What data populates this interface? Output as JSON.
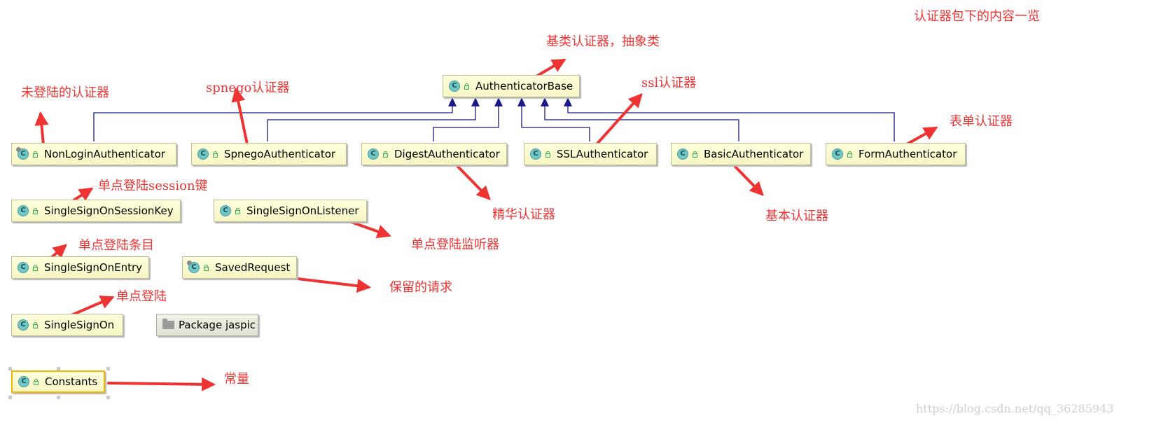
{
  "classes": {
    "authenticator_base": "AuthenticatorBase",
    "non_login": "NonLoginAuthenticator",
    "spnego": "SpnegoAuthenticator",
    "digest": "DigestAuthenticator",
    "ssl": "SSLAuthenticator",
    "basic": "BasicAuthenticator",
    "form": "FormAuthenticator",
    "sso_session_key": "SingleSignOnSessionKey",
    "sso_listener": "SingleSignOnListener",
    "sso_entry": "SingleSignOnEntry",
    "saved_request": "SavedRequest",
    "sso": "SingleSignOn",
    "package_jaspic": "Package jaspic",
    "constants": "Constants"
  },
  "class_icon_letter": "C",
  "annotations": {
    "package_overview": "认证器包下的内容一览",
    "base": "基类认证器，抽象类",
    "non_login": "未登陆的认证器",
    "spnego": "spnego认证器",
    "ssl": "ssl认证器",
    "form": "表单认证器",
    "sso_session_key": "单点登陆session键",
    "digest": "精华认证器",
    "basic": "基本认证器",
    "sso_listener": "单点登陆监听器",
    "sso_entry": "单点登陆条目",
    "saved_request": "保留的请求",
    "sso": "单点登陆",
    "constants": "常量"
  },
  "watermark": "https://blog.csdn.net/qq_36285943",
  "colors": {
    "annotation": "#ee3333",
    "inheritance_line": "#1a1a8c",
    "class_fill": "#ffffdd",
    "selection": "#f5b400"
  }
}
